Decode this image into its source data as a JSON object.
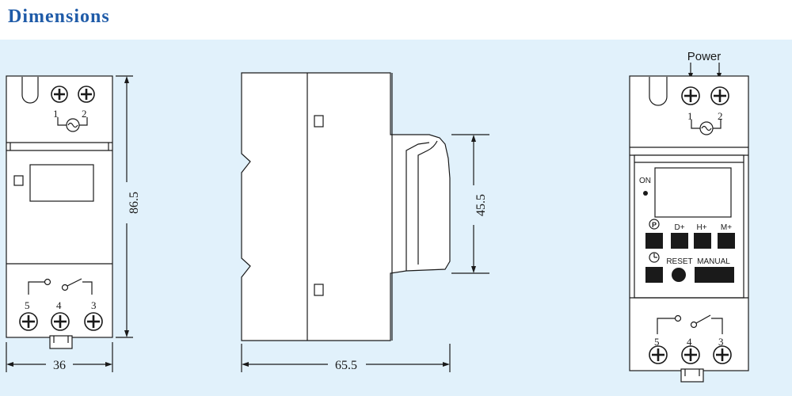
{
  "title": "Dimensions",
  "dimensions": {
    "width": "36",
    "height": "86.5",
    "depth": "65.5",
    "front_depth": "45.5"
  },
  "terminals": {
    "t1": "1",
    "t2": "2",
    "t3": "3",
    "t4": "4",
    "t5": "5"
  },
  "labels": {
    "power": "Power",
    "on": "ON",
    "day": "D+",
    "hour": "H+",
    "minute": "M+",
    "reset": "RESET",
    "manual": "MANUAL",
    "program_symbol": "P"
  }
}
